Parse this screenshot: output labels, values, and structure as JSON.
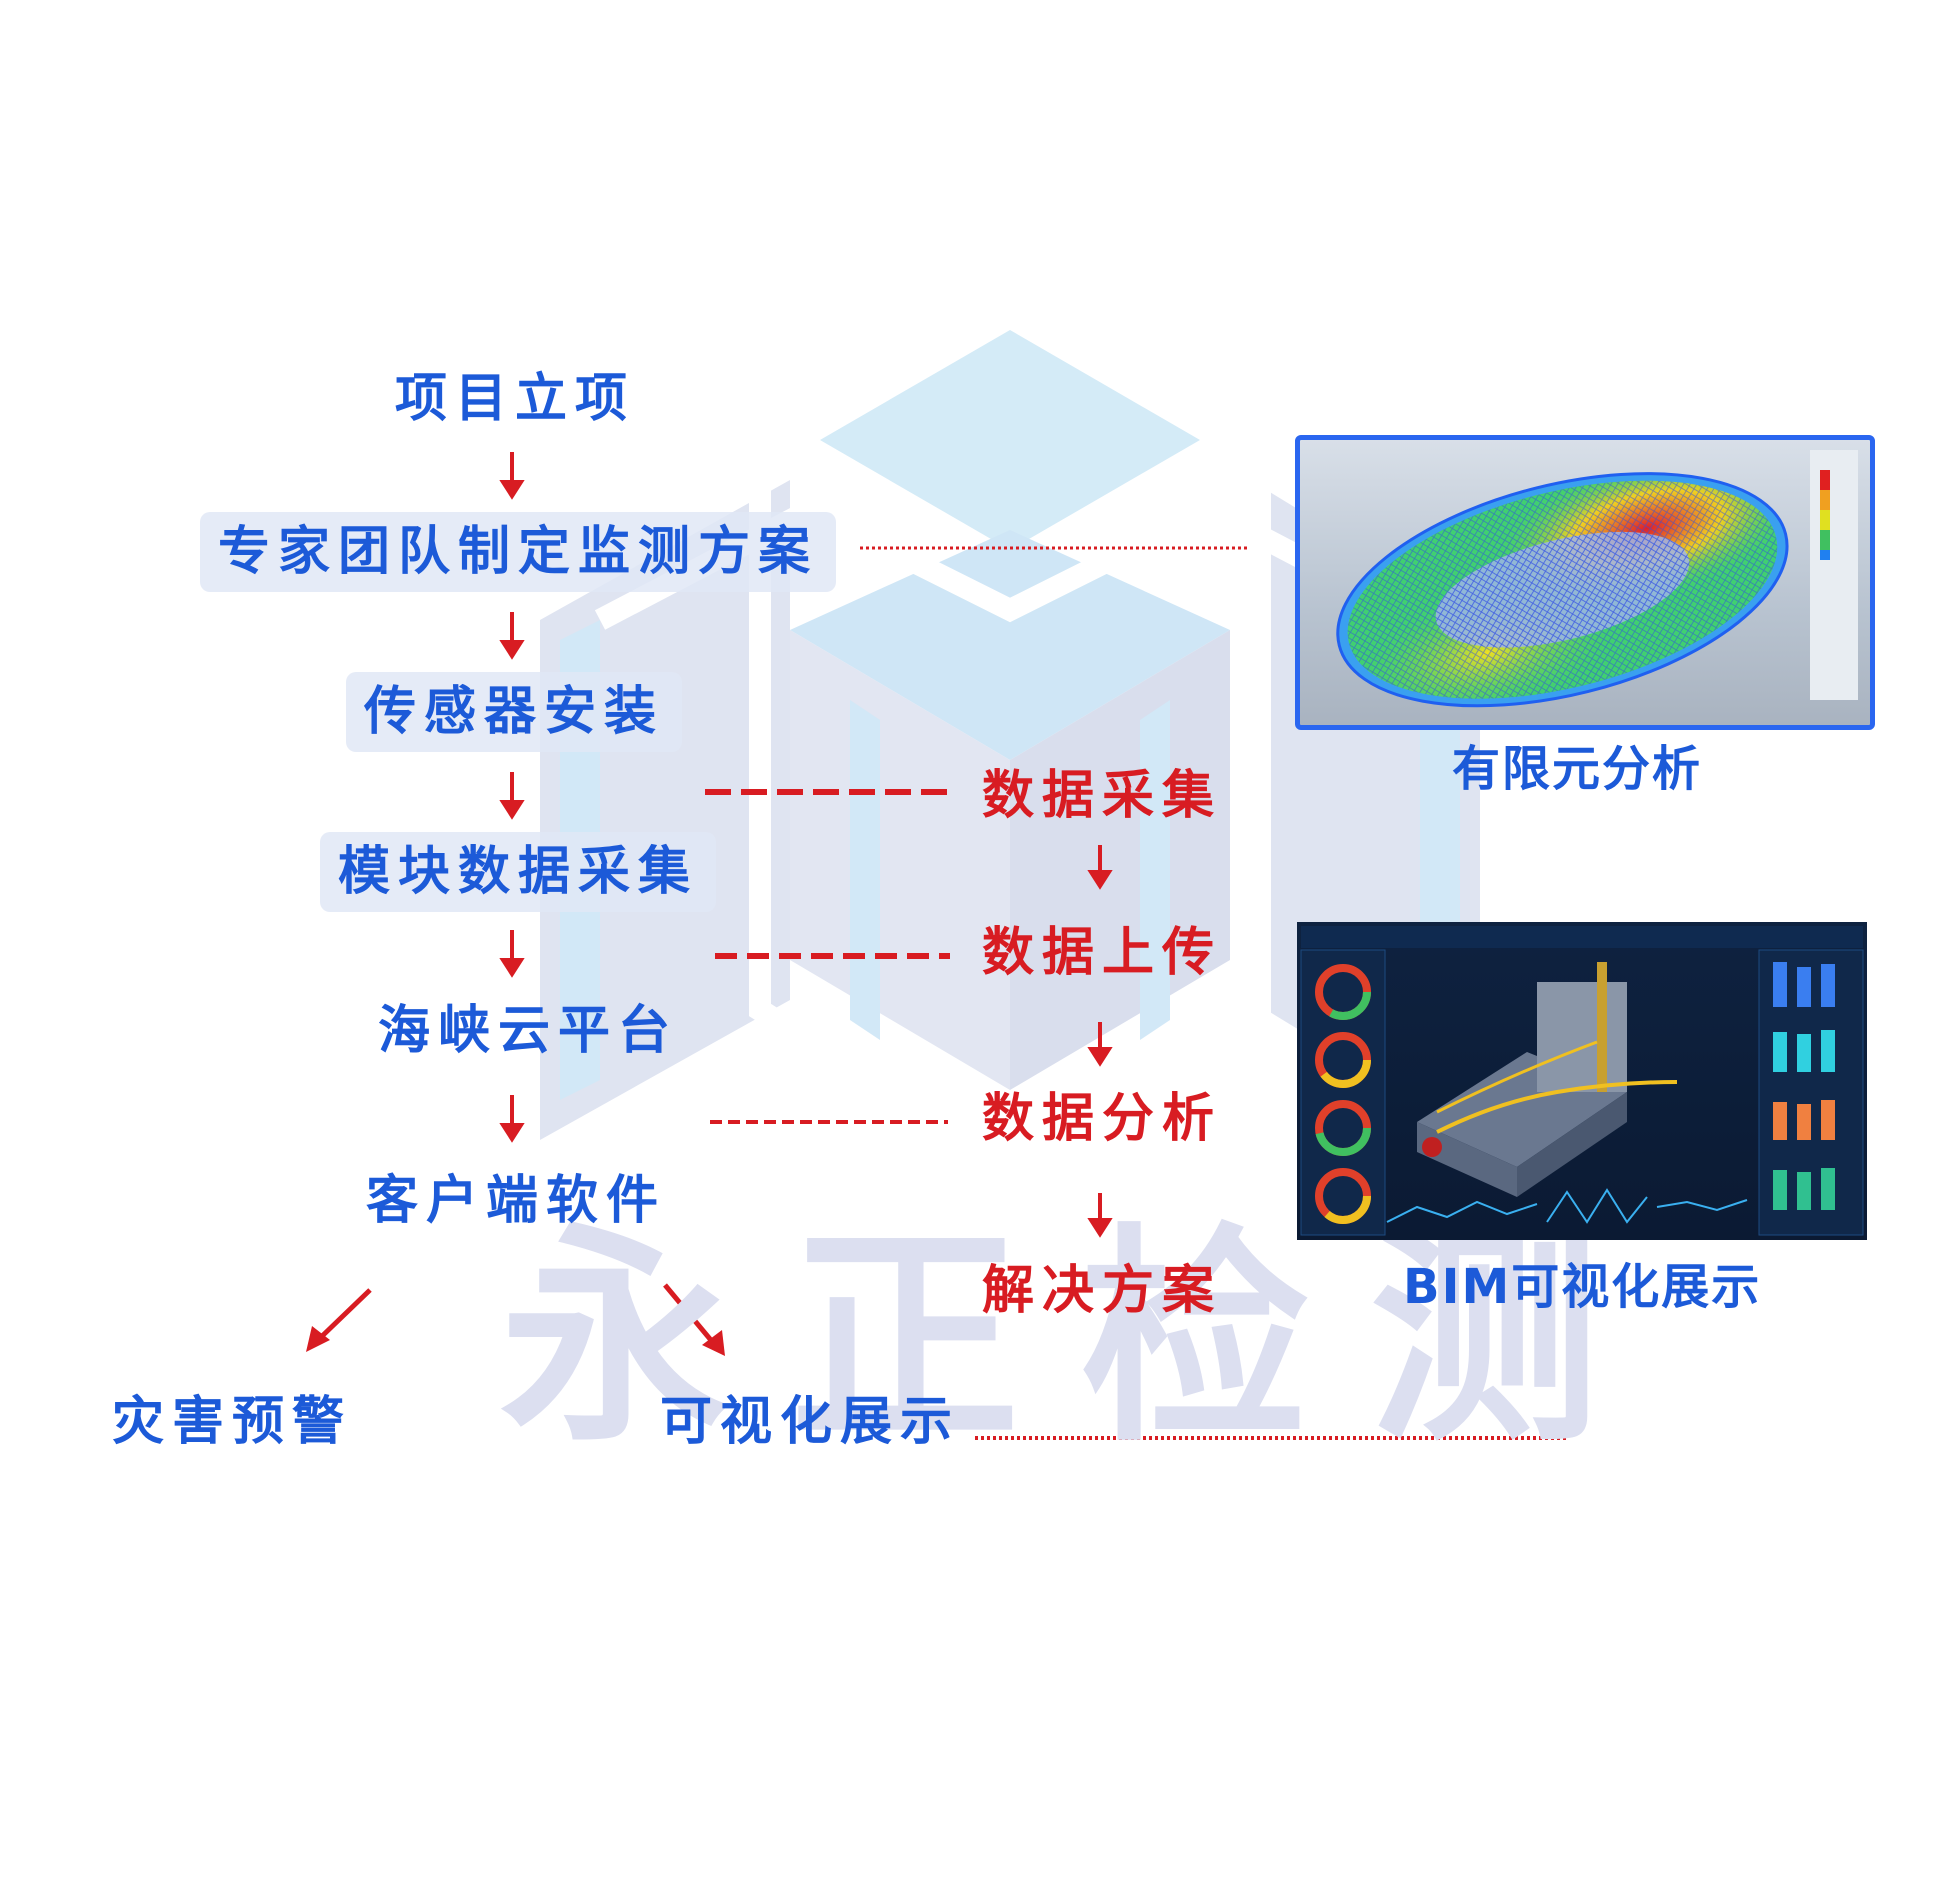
{
  "watermark": "永正检测",
  "left_flow": [
    "项目立项",
    "专家团队制定监测方案",
    "传感器安装",
    "模块数据采集",
    "海峡云平台",
    "客户端软件"
  ],
  "left_branches": [
    "灾害预警",
    "可视化展示"
  ],
  "right_flow": [
    "数据采集",
    "数据上传",
    "数据分析",
    "解决方案"
  ],
  "images": [
    {
      "caption": "有限元分析",
      "kind": "finite-element-model"
    },
    {
      "caption": "BIM可视化展示",
      "kind": "bim-dashboard"
    }
  ],
  "colors": {
    "primary_text": "#1c5ad8",
    "secondary_text": "#d81c22",
    "connector": "#d81c22",
    "panel_border": "#2a66f0",
    "watermark": "#dcdff0"
  }
}
